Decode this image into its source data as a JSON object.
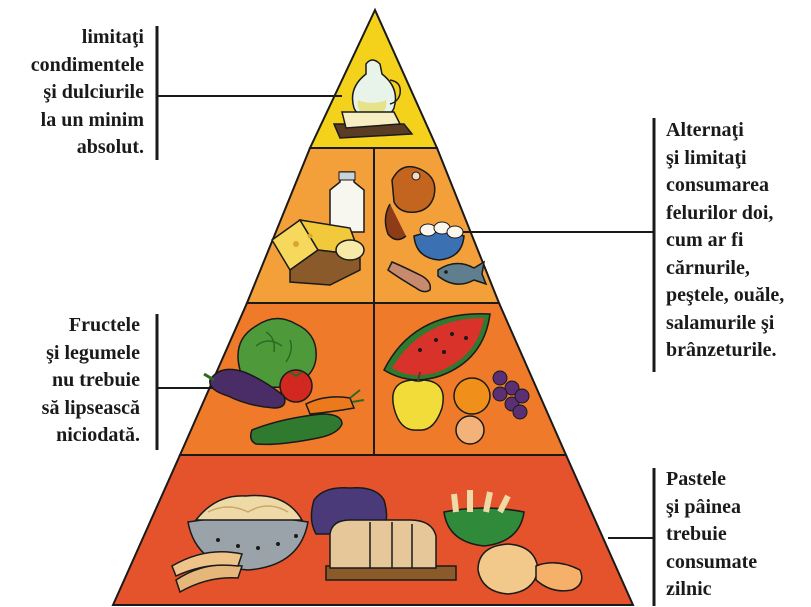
{
  "labels": {
    "top": {
      "lines": [
        "limitaţi",
        "condimentele",
        "şi dulciurile",
        "la un minim",
        "absolut."
      ]
    },
    "protein": {
      "lines": [
        "Alternaţi",
        "şi limitaţi",
        "consumarea",
        "felurilor doi,",
        "cum ar fi",
        "cărnurile,",
        "peştele, ouăle,",
        "salamurile şi",
        "brânzeturile."
      ]
    },
    "fruit_veg": {
      "lines": [
        "Fructele",
        "şi legumele",
        "nu trebuie",
        "să lipsească",
        "niciodată."
      ]
    },
    "grains": {
      "lines": [
        "Pastele",
        "şi pâinea",
        "trebuie",
        "consumate",
        "zilnic"
      ]
    }
  },
  "colors": {
    "tier_top": "#f4d21c",
    "tier_2": "#f3a03a",
    "tier_3": "#ee7a2a",
    "tier_4": "#e4532b",
    "outline": "#1a1a1a",
    "leader_line": "#1a1a1a"
  },
  "icons": {
    "top": [
      "oil-jug-icon",
      "butter-block-icon"
    ],
    "protein_left": [
      "milk-bottle-icon",
      "cheese-icon"
    ],
    "protein_right": [
      "chicken-leg-icon",
      "eggs-bowl-icon",
      "salami-icon",
      "fish-icon"
    ],
    "veg": [
      "lettuce-icon",
      "tomato-icon",
      "eggplant-icon",
      "cucumber-icon",
      "carrot-icon"
    ],
    "fruit": [
      "watermelon-icon",
      "apple-icon",
      "orange-icon",
      "grapes-icon",
      "peach-icon"
    ],
    "grains": [
      "colander-pasta-icon",
      "flour-sack-icon",
      "bread-loaf-icon",
      "breadsticks-icon",
      "cornucopia-bread-icon",
      "squash-icon"
    ]
  }
}
